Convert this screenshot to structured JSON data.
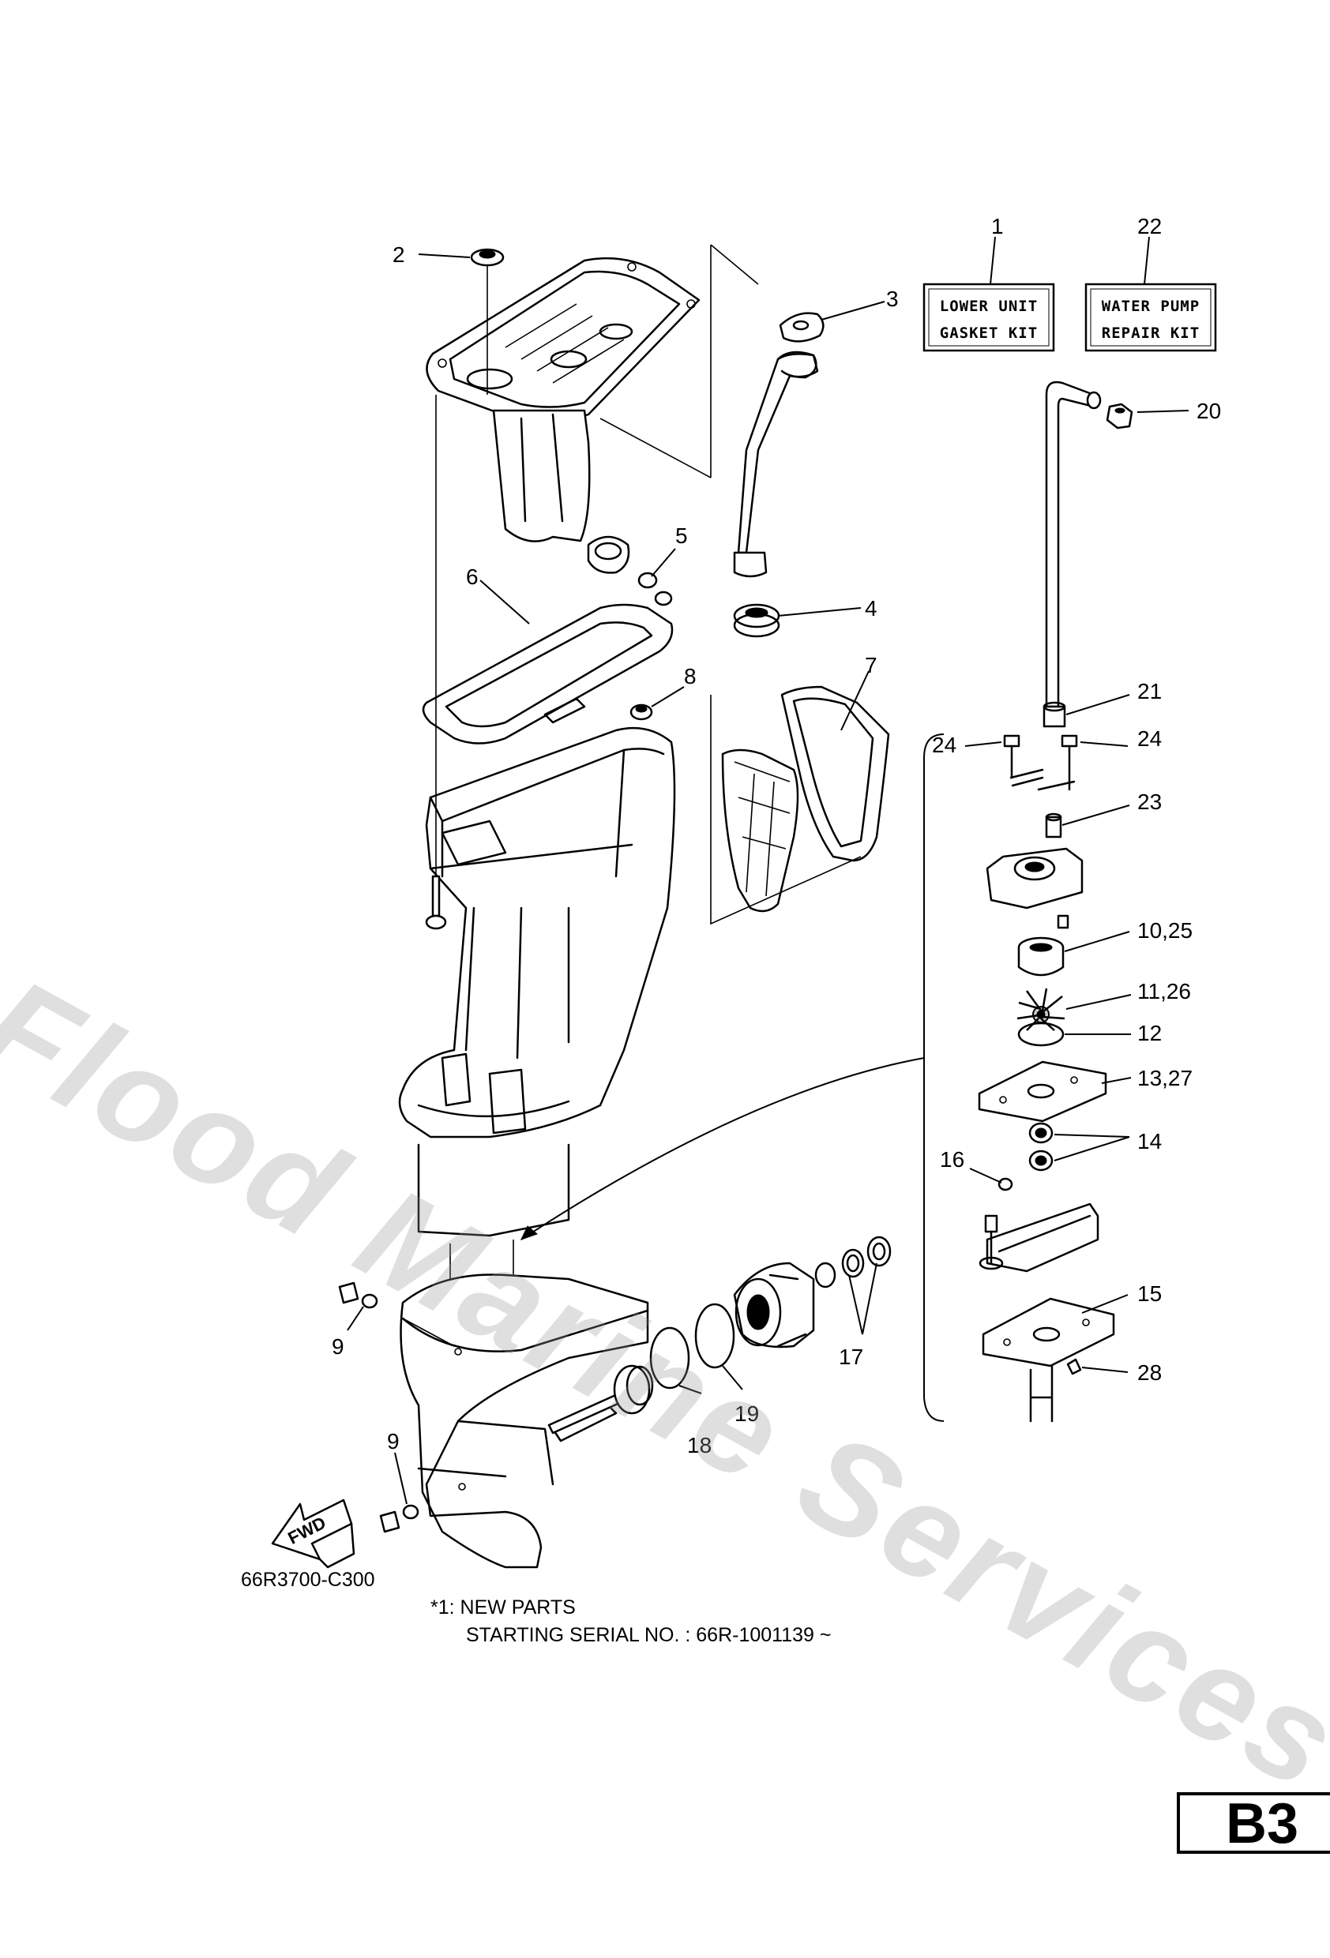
{
  "watermark": "Flood Marine Services",
  "kits": {
    "lower_unit": {
      "number": "1",
      "line1": "LOWER UNIT",
      "line2": "GASKET KIT"
    },
    "water_pump": {
      "number": "22",
      "line1": "WATER PUMP",
      "line2": "REPAIR KIT"
    }
  },
  "callouts": {
    "c2": "2",
    "c3": "3",
    "c4": "4",
    "c5": "5",
    "c6": "6",
    "c7": "7",
    "c8": "8",
    "c9a": "9",
    "c9b": "9",
    "c10_25": "10,25",
    "c11_26": "11,26",
    "c12": "12",
    "c13_27": "13,27",
    "c14": "14",
    "c15": "15",
    "c16": "16",
    "c17": "17",
    "c18": "18",
    "c19": "19",
    "c20": "20",
    "c21": "21",
    "c23": "23",
    "c24a": "24",
    "c24b": "24",
    "c28": "28"
  },
  "fwd_label": "FWD",
  "drawing_number": "66R3700-C300",
  "note": {
    "line1": "*1: NEW PARTS",
    "line2": "STARTING SERIAL NO. : 66R-1001139 ~"
  },
  "page_code": "B3"
}
